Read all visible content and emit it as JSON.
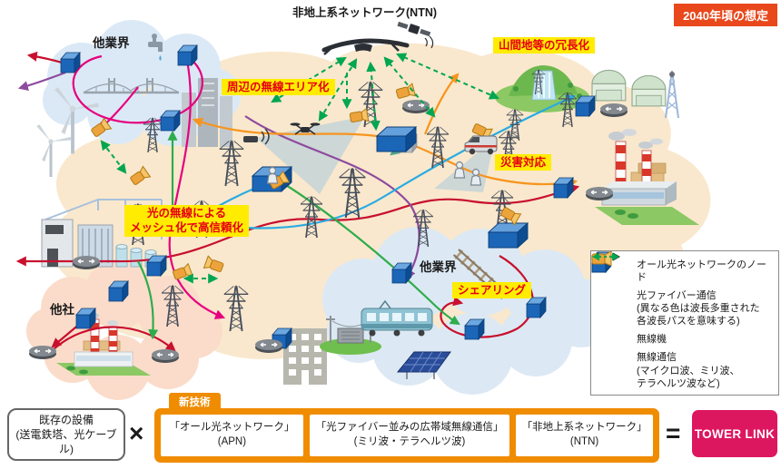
{
  "meta": {
    "badge": "2040年頃の想定",
    "ntn_title": "非地上系ネットワーク(NTN)"
  },
  "callouts": {
    "wireless_area": "周辺の無線エリア化",
    "mountain_redundancy": "山間地等の冗長化",
    "optical_mesh": "光の無線による\nメッシュ化で高信頼化",
    "disaster": "災害対応",
    "sharing": "シェアリング"
  },
  "clouds": {
    "other_industry_top": "他業界",
    "other_industry_bottom": "他業界",
    "other_company": "他社"
  },
  "legend": {
    "node": "オール光ネットワークのノード",
    "fiber": "光ファイバー通信\n(異なる色は波長多重された\n各波長パスを意味する)",
    "radio": "無線機",
    "wireless": "無線通信\n(マイクロ波、ミリ波、\nテラヘルツ波など)"
  },
  "formula": {
    "existing": "既存の設備\n(送電鉄塔、光ケーブル)",
    "times": "×",
    "new_tech_tab": "新技術",
    "items": [
      {
        "line1": "「オール光ネットワーク」",
        "line2": "(APN)"
      },
      {
        "line1": "「光ファイバー並みの広帯域無線通信」",
        "line2": "(ミリ波・テラヘルツ波)"
      },
      {
        "line1": "「非地上系ネットワーク」",
        "line2": "(NTN)"
      }
    ],
    "equals": "=",
    "result": "TOWER LINK"
  },
  "colors": {
    "badge_red": "#e8481c",
    "label_yellow": "#ffec00",
    "label_text_red": "#e60012",
    "accent_orange": "#f08c00",
    "result_pink": "#dc1760",
    "node_blue": "#1c66b8",
    "wireless_green": "#00a651"
  }
}
